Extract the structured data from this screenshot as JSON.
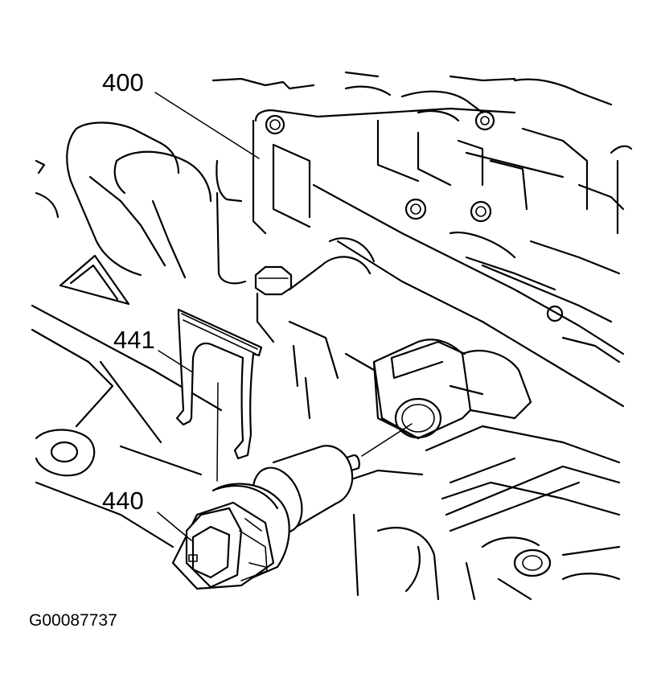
{
  "callouts": {
    "valve_body": "400",
    "retainer_clip": "441",
    "speed_sensor": "440"
  },
  "figure_id": "G00087737"
}
